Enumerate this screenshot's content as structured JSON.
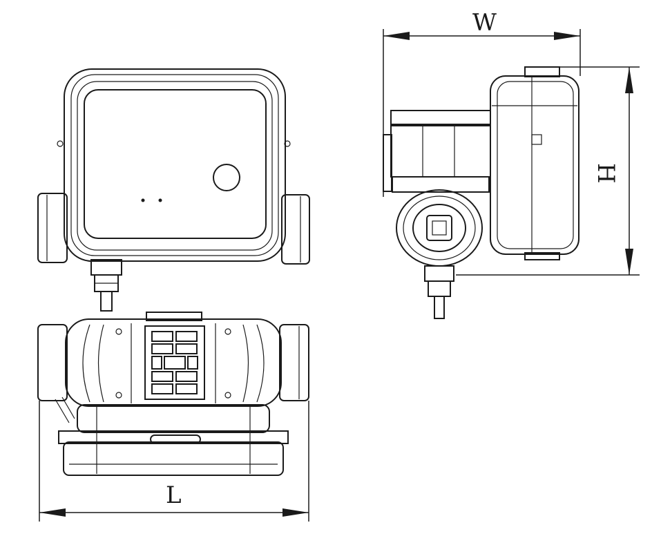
{
  "drawing": {
    "dimensions": {
      "width_label": "W",
      "height_label": "H",
      "length_label": "L"
    }
  }
}
